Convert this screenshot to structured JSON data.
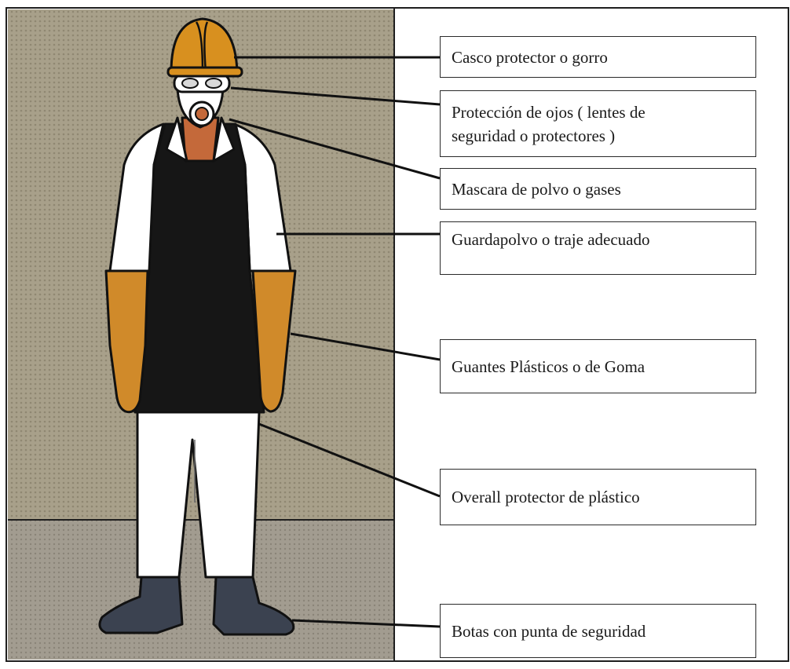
{
  "labels": [
    {
      "id": "helmet",
      "text": "Casco protector o gorro"
    },
    {
      "id": "eyes",
      "text": "Protección de ojos ( lentes de\nseguridad o protectores )"
    },
    {
      "id": "mask",
      "text": "Mascara de polvo o gases"
    },
    {
      "id": "coat",
      "text": "Guardapolvo o traje adecuado"
    },
    {
      "id": "gloves",
      "text": "Guantes Plásticos o de Goma"
    },
    {
      "id": "overall",
      "text": "Overall protector de plástico"
    },
    {
      "id": "boots",
      "text": "Botas con punta de seguridad"
    }
  ],
  "colors": {
    "background_panel": "#a39b85",
    "floor": "#9a9486",
    "helmet": "#d8901f",
    "gloves": "#d08a2a",
    "apron": "#161616",
    "coat": "#ffffff",
    "boots": "#3b4250",
    "skin": "#c4693a"
  }
}
